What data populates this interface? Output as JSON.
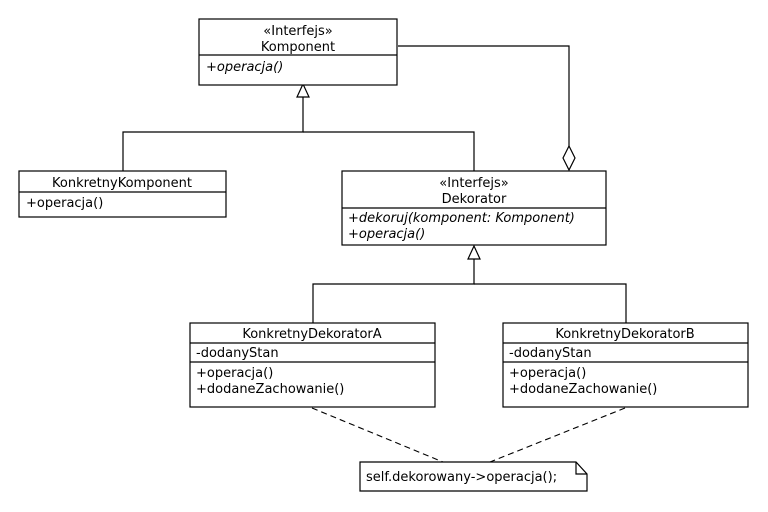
{
  "classes": {
    "komponent": {
      "stereotype": "«Interfejs»",
      "name": "Komponent",
      "methods": [
        "+operacja()"
      ]
    },
    "konkretny_komponent": {
      "name": "KonkretnyKomponent",
      "methods": [
        "+operacja()"
      ]
    },
    "dekorator": {
      "stereotype": "«Interfejs»",
      "name": "Dekorator",
      "methods": [
        "+dekoruj(komponent: Komponent)",
        "+operacja()"
      ]
    },
    "dekorator_a": {
      "name": "KonkretnyDekoratorA",
      "attributes": [
        "-dodanyStan"
      ],
      "methods": [
        "+operacja()",
        "+dodaneZachowanie()"
      ]
    },
    "dekorator_b": {
      "name": "KonkretnyDekoratorB",
      "attributes": [
        "-dodanyStan"
      ],
      "methods": [
        "+operacja()",
        "+dodaneZachowanie()"
      ]
    }
  },
  "note": {
    "text": "self.dekorowany->operacja();"
  }
}
